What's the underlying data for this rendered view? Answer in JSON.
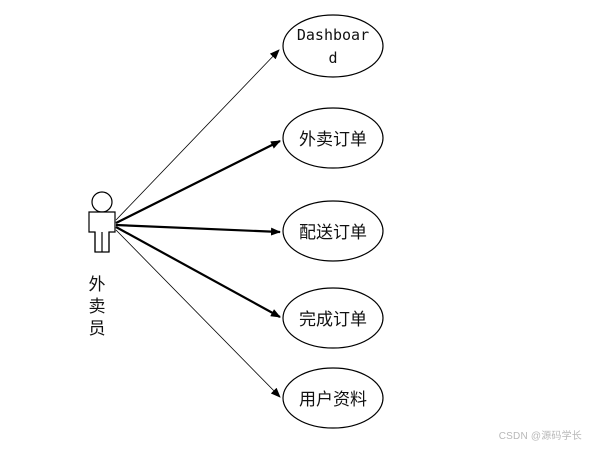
{
  "actor": {
    "label": "外卖员",
    "icon": "user-icon"
  },
  "use_cases": [
    {
      "line1": "Dashboar",
      "line2": "d"
    },
    {
      "line1": "外卖订单",
      "line2": ""
    },
    {
      "line1": "配送订单",
      "line2": ""
    },
    {
      "line1": "完成订单",
      "line2": ""
    },
    {
      "line1": "用户资料",
      "line2": ""
    }
  ],
  "watermark": "CSDN @源码学长"
}
